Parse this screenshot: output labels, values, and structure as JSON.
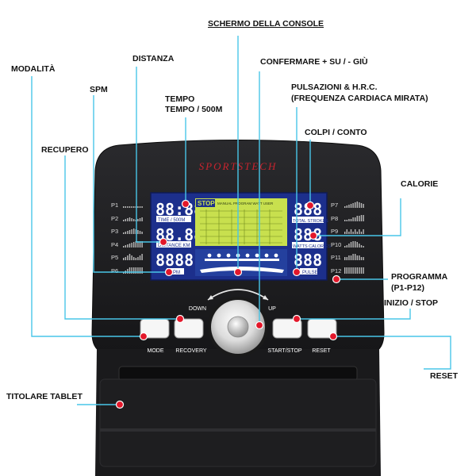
{
  "callouts": {
    "console_screen": "SCHERMO DELLA CONSOLE",
    "mode": "MODALITÀ",
    "distance": "DISTANZA",
    "confirm": "CONFERMARE + SU / - GIÙ",
    "spm": "SPM",
    "time_line1": "TEMPO",
    "time_line2": "TEMPO / 500M",
    "pulse_line1": "PULSAZIONI & H.R.C.",
    "pulse_line2": "(FREQUENZA CARDIACA MIRATA)",
    "strokes": "COLPI / CONTO",
    "recovery": "RECUPERO",
    "calories": "CALORIE",
    "program_line1": "PROGRAMMA",
    "program_line2": "(P1-P12)",
    "start_stop": "INIZIO / STOP",
    "reset": "RESET",
    "tablet_holder": "TITOLARE TABLET"
  },
  "console": {
    "brand": "SPORTSTECH",
    "down": "DOWN",
    "up": "UP",
    "buttons": {
      "mode": "MODE",
      "recovery": "RECOVERY",
      "start_stop": "START/STOP",
      "reset": "RESET"
    },
    "programs_left": [
      "P1",
      "P2",
      "P3",
      "P4",
      "P5",
      "P6"
    ],
    "programs_right": [
      "P7",
      "P8",
      "P9",
      "P10",
      "P11",
      "P12"
    ],
    "lcd": {
      "left_digits": [
        "88:88",
        "88.88",
        "8888"
      ],
      "left_labels": [
        "TIME / 500M",
        "DISTANCE KM",
        "SPM"
      ],
      "right_digits": [
        "888",
        "888",
        "888"
      ],
      "right_labels": [
        "TOTAL STROKES",
        "WATTS CALORIES",
        "PULSE"
      ],
      "stop": "STOP",
      "center_header": "MANUAL PROGRAM WATT USER"
    }
  },
  "colors": {
    "console_body": "#1f1f21",
    "lcd_blue": "#1c2f8c",
    "lcd_yellow": "#c8e04e",
    "callout_line": "#49c6e8",
    "marker": "#e3172a"
  }
}
